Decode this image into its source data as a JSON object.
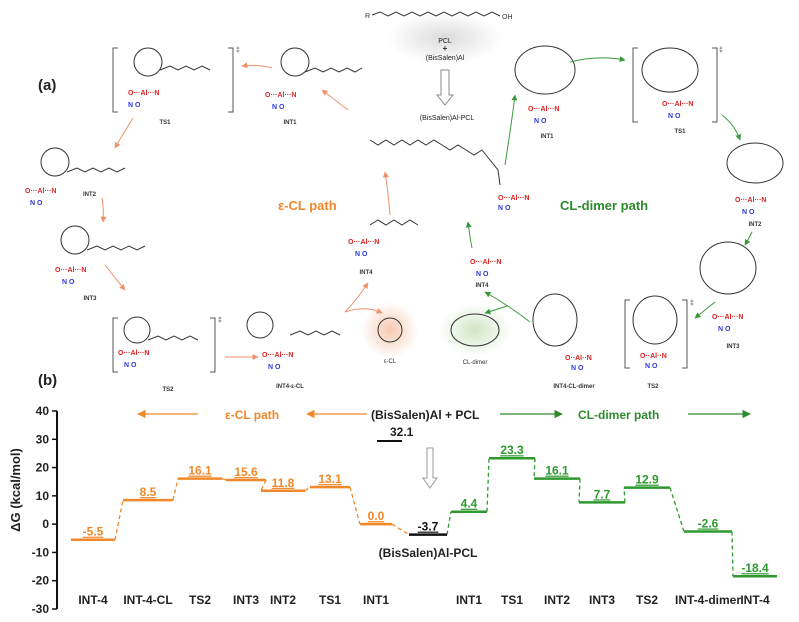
{
  "panel_a": {
    "label": "(a)",
    "top_reactants": {
      "pcl_label": "PCL",
      "plus": "+",
      "catalyst_label": "(BisSalen)Al",
      "product_label": "(BisSalen)Al-PCL",
      "chain_end": "OH"
    },
    "ecl_path_title": "ε-CL path",
    "cldimer_path_title": "CL-dimer path",
    "ecl_species": [
      "TS1",
      "INT1",
      "INT2",
      "INT3",
      "TS2",
      "INT4-ε-CL",
      "INT4",
      "ε-CL"
    ],
    "cldimer_species": [
      "INT1",
      "TS1",
      "INT2",
      "INT3",
      "TS2",
      "INT4-CL-dimer",
      "INT4",
      "CL-dimer"
    ],
    "atoms": {
      "al": "Al",
      "o": "O",
      "n": "N",
      "r": "R"
    },
    "ts_mark": "‡"
  },
  "panel_b": {
    "label": "(b)"
  },
  "chart_data": {
    "type": "line",
    "title": "",
    "xlabel": "",
    "ylabel": "ΔG (kcal/mol)",
    "ylim": [
      -30,
      40
    ],
    "yticks": [
      40,
      30,
      20,
      10,
      0,
      -10,
      -20,
      -30
    ],
    "grid": false,
    "header": {
      "reactant_label": "(BisSalen)Al  + PCL",
      "reactant_energy": "32.1",
      "ecl_path_label": "ε-CL path",
      "cldimer_path_label": "CL-dimer path",
      "complex_label": "(BisSalen)Al-PCL"
    },
    "colors": {
      "ecl": "#f0882a",
      "cldimer": "#2e9a2e",
      "center": "#111111"
    },
    "categories": [
      "INT-4",
      "INT-4-CL",
      "TS2",
      "INT3",
      "INT2",
      "TS1",
      "INT1",
      "(BisSalen)Al-PCL",
      "INT1",
      "TS1",
      "INT2",
      "INT3",
      "TS2",
      "INT-4-dimer",
      "INT-4"
    ],
    "x_tick_labels": [
      "INT-4",
      "INT-4-CL",
      "TS2",
      "INT3",
      "INT2",
      "TS1",
      "INT1",
      "",
      "INT1",
      "TS1",
      "INT2",
      "INT3",
      "TS2",
      "INT-4-dimer",
      "INT-4"
    ],
    "series": [
      {
        "name": "ε-CL path",
        "color_key": "ecl",
        "indices": [
          0,
          1,
          2,
          3,
          4,
          5,
          6
        ],
        "values": [
          -5.5,
          8.5,
          16.1,
          15.6,
          11.8,
          13.1,
          0.0
        ],
        "labels": [
          "-5.5",
          "8.5",
          "16.1",
          "15.6",
          "11.8",
          "13.1",
          "0.0"
        ]
      },
      {
        "name": "(BisSalen)Al-PCL",
        "color_key": "center",
        "indices": [
          7
        ],
        "values": [
          -3.7
        ],
        "labels": [
          "-3.7"
        ]
      },
      {
        "name": "CL-dimer path",
        "color_key": "cldimer",
        "indices": [
          8,
          9,
          10,
          11,
          12,
          13,
          14
        ],
        "values": [
          4.4,
          23.3,
          16.1,
          7.7,
          12.9,
          -2.6,
          -18.4
        ],
        "labels": [
          "4.4",
          "23.3",
          "16.1",
          "7.7",
          "12.9",
          "-2.6",
          "-18.4"
        ]
      }
    ]
  }
}
